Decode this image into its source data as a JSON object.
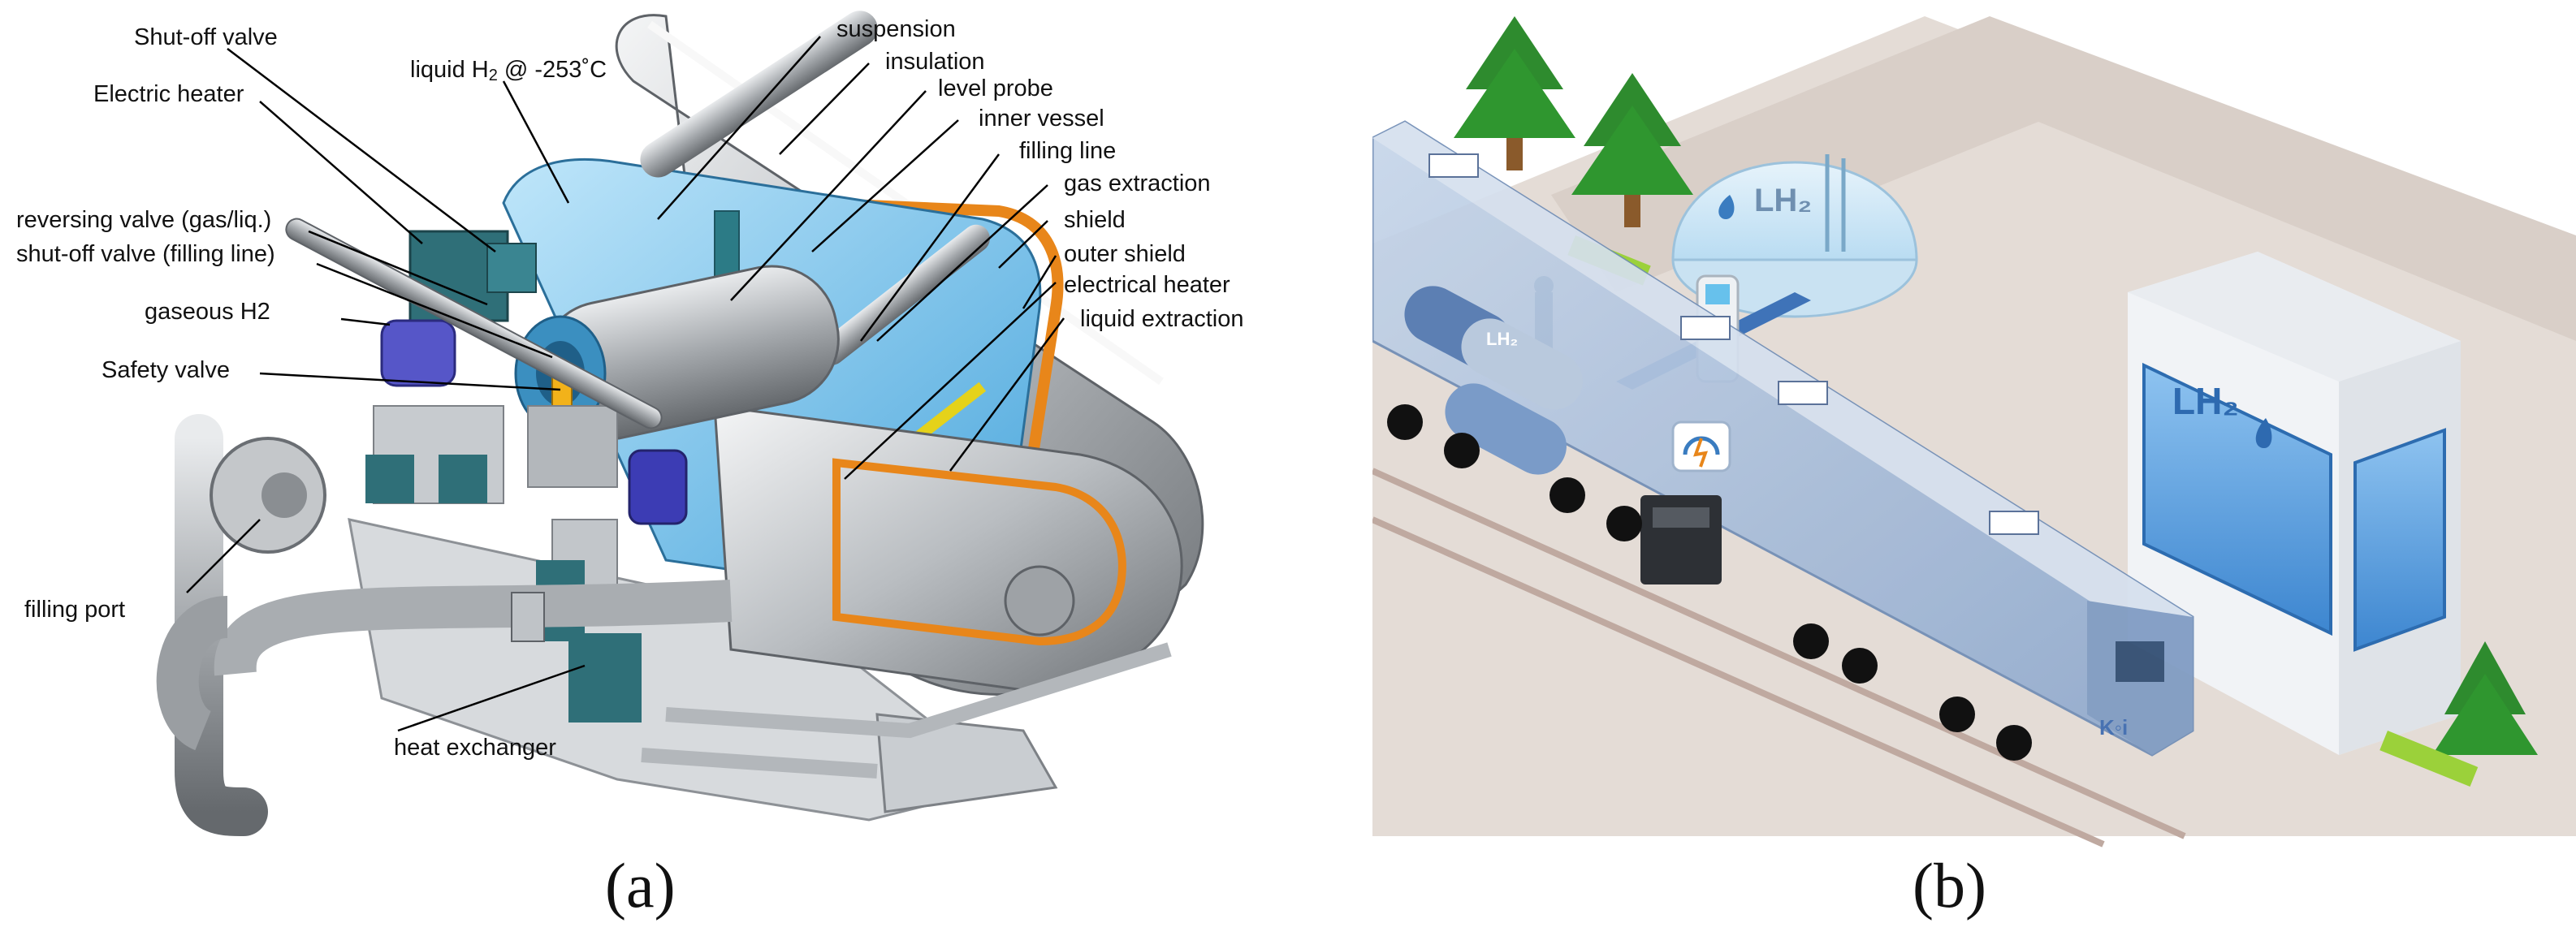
{
  "panel_a": {
    "caption": "(a)",
    "labels": {
      "shutoff_valve": "Shut-off valve",
      "electric_heater": "Electric heater",
      "reversing_valve": "reversing valve (gas/liq.)",
      "shutoff_filling": "shut-off valve (filling line)",
      "gaseous_h2": "gaseous H2",
      "safety_valve": "Safety valve",
      "filling_port": "filling port",
      "heat_exchanger": "heat exchanger",
      "liquid_h2_prefix": "liquid H",
      "liquid_h2_sub": "2",
      "liquid_h2_suffix": " @ -253˚C",
      "suspension": "suspension",
      "insulation": "insulation",
      "level_probe": "level probe",
      "inner_vessel": "inner vessel",
      "filling_line": "filling line",
      "gas_extraction": "gas extraction",
      "shield": "shield",
      "outer_shield": "outer shield",
      "electrical_heater": "electrical heater",
      "liquid_extraction": "liquid extraction"
    },
    "colors": {
      "liquid": "#7cc8ef",
      "steel": "#b8bcc0",
      "orange": "#e8861a",
      "valve_teal": "#2f6f78",
      "valve_blue": "#3c3cb4"
    }
  },
  "panel_b": {
    "caption": "(b)",
    "tank_label": "LH₂",
    "building_label": "LH₂",
    "train_tank_label": "LH₂",
    "train_logo": "K◦i",
    "colors": {
      "ground": "#e3dcd6",
      "train": "#a9bfdc",
      "building": "#eef1f4",
      "glass": "#5aa0e0",
      "tree": "#2e8b2e"
    }
  }
}
